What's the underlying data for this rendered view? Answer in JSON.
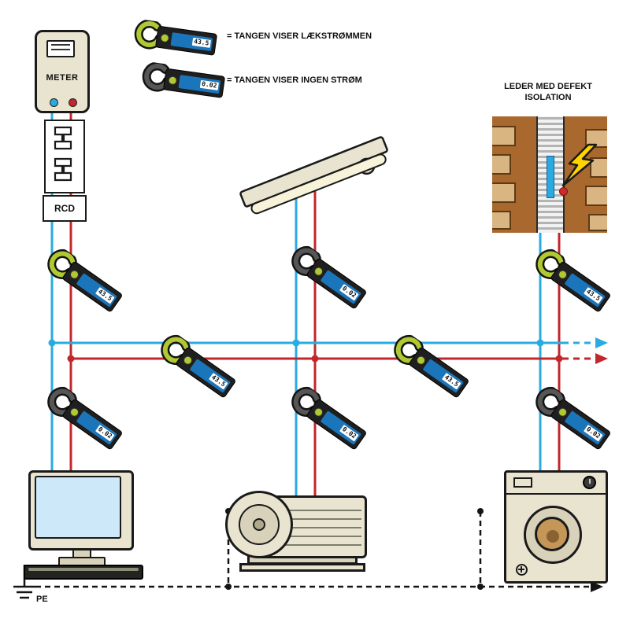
{
  "colors": {
    "wire_blue": "#29abe2",
    "wire_red": "#c1272d",
    "clamp_lime": "#b0c832",
    "clamp_gray": "#565656",
    "display_blue": "#1b75bb",
    "device_beige": "#e9e4d0",
    "device_shade": "#d8d2ba",
    "wall_brown": "#a8682e",
    "brick_tan": "#d9b581",
    "bolt_yellow": "#ffd400",
    "outline": "#1a1a1a",
    "screen_blue": "#cde9f9"
  },
  "meter": {
    "label": "METER"
  },
  "rcd": {
    "label": "RCD"
  },
  "legend": [
    {
      "type": "leak",
      "value": "43.5",
      "text": "= TANGEN VISER LÆKSTRØMMEN"
    },
    {
      "type": "none",
      "value": "0.02",
      "text": "= TANGEN VISER INGEN STRØM"
    }
  ],
  "defect_label": "LEDER MED DEFEKT ISOLATION",
  "pe": {
    "label": "PE"
  },
  "clamps": [
    {
      "id": "feed-upper",
      "type": "leak",
      "value": "43.5"
    },
    {
      "id": "computer-branch",
      "type": "none",
      "value": "0.02"
    },
    {
      "id": "lamp-branch",
      "type": "none",
      "value": "0.02"
    },
    {
      "id": "bus-left",
      "type": "leak",
      "value": "43.5"
    },
    {
      "id": "bus-right",
      "type": "leak",
      "value": "43.5"
    },
    {
      "id": "motor-branch",
      "type": "none",
      "value": "0.02"
    },
    {
      "id": "defect-branch",
      "type": "leak",
      "value": "43.5"
    },
    {
      "id": "washer-branch",
      "type": "none",
      "value": "0.02"
    }
  ]
}
